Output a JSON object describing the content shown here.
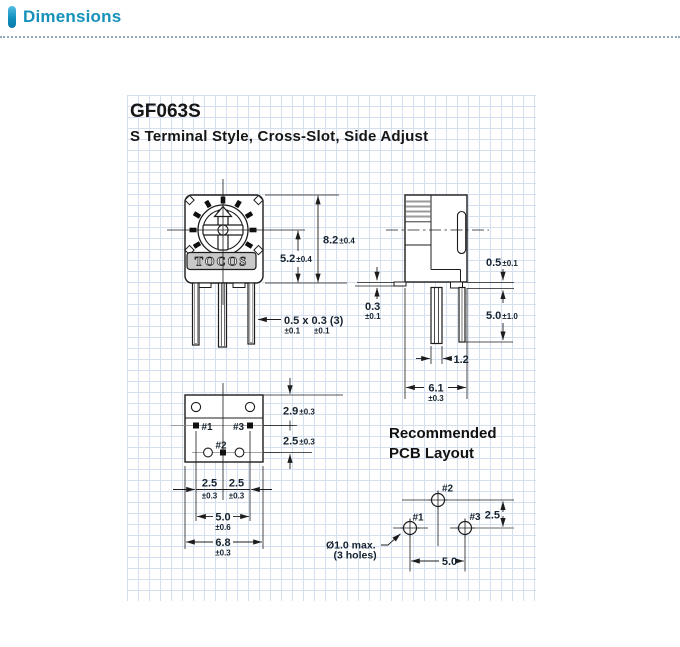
{
  "header": {
    "title": "Dimensions"
  },
  "drawing": {
    "model": "GF063S",
    "subtitle": "S Terminal Style, Cross-Slot, Side Adjust",
    "brand_logo": "TOCOS",
    "pcb_heading_line1": "Recommended",
    "pcb_heading_line2": "PCB Layout",
    "hole_note_line1": "Ø1.0 max.",
    "hole_note_line2": "(3 holes)"
  },
  "terminals": {
    "t1": "#1",
    "t2": "#2",
    "t3": "#3"
  },
  "dims": {
    "total_height": {
      "v": "8.2",
      "tol": "±0.4"
    },
    "lower_height": {
      "v": "5.2",
      "tol": "±0.4"
    },
    "lead_section": {
      "v": "0.5 x 0.3 (3)",
      "tol_a": "±0.1",
      "tol_b": "±0.1"
    },
    "shoulder": {
      "v": "0.5",
      "tol": "±0.1"
    },
    "standoff": {
      "v": "0.3",
      "tol": "±0.1"
    },
    "lead_length": {
      "v": "5.0",
      "tol": "±1.0"
    },
    "lead_offset": {
      "v": "1.2"
    },
    "depth": {
      "v": "6.1",
      "tol": "±0.3"
    },
    "edge_to_row1": {
      "v": "2.9",
      "tol": "±0.3"
    },
    "row_gap": {
      "v": "2.5",
      "tol": "±0.3"
    },
    "pitch_left": {
      "v": "2.5",
      "tol": "±0.3"
    },
    "pitch_right": {
      "v": "2.5",
      "tol": "±0.3"
    },
    "span": {
      "v": "5.0",
      "tol": "±0.6"
    },
    "width_overall": {
      "v": "6.8",
      "tol": "±0.3"
    },
    "pcb_row_gap": {
      "v": "2.5"
    },
    "pcb_span": {
      "v": "5.0"
    }
  }
}
